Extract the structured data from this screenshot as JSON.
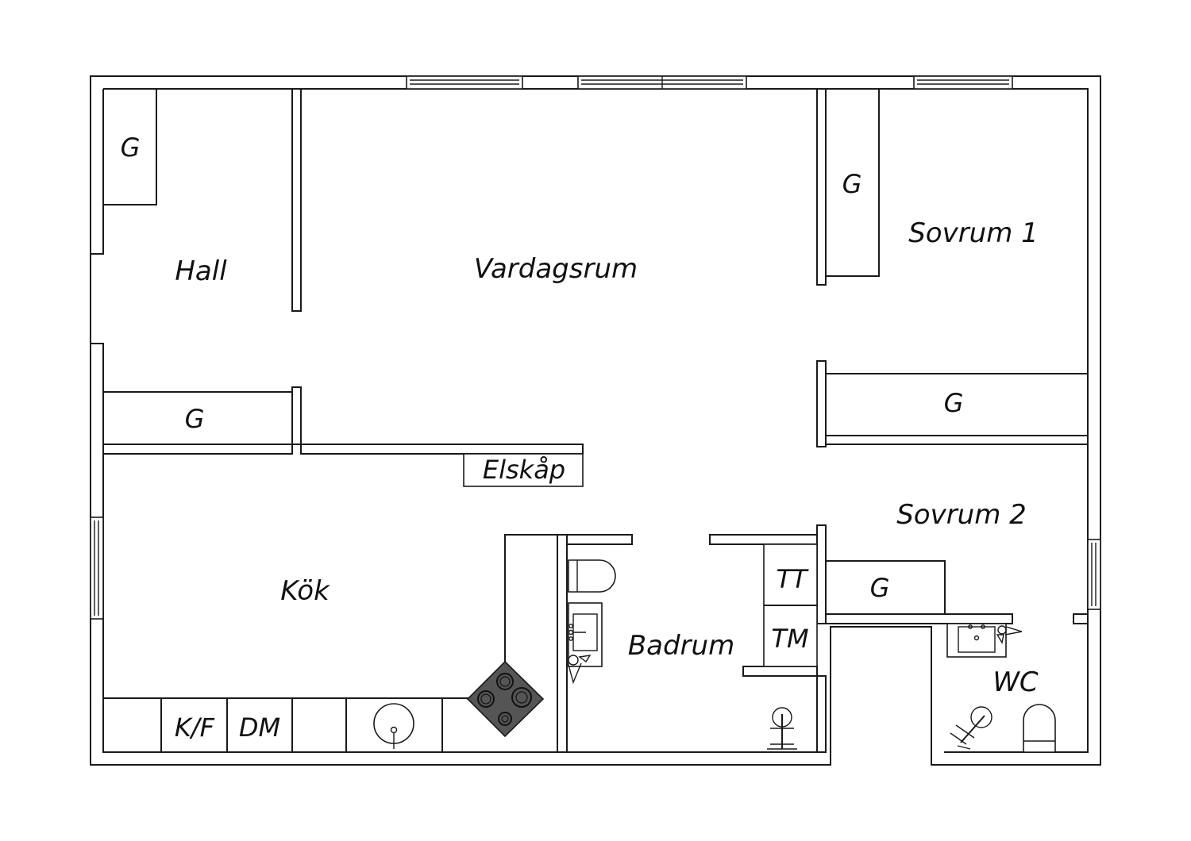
{
  "rooms": {
    "hall": "Hall",
    "vardagsrum": "Vardagsrum",
    "sovrum1": "Sovrum 1",
    "sovrum2": "Sovrum 2",
    "kok": "Kök",
    "badrum": "Badrum",
    "wc": "WC"
  },
  "fixtures": {
    "garderob": "G",
    "elskap": "Elskåp",
    "tt": "TT",
    "tm": "TM",
    "kf": "K/F",
    "dm": "DM"
  },
  "colors": {
    "line": "#1a1a1a",
    "background": "#ffffff",
    "stove": "#555555"
  }
}
